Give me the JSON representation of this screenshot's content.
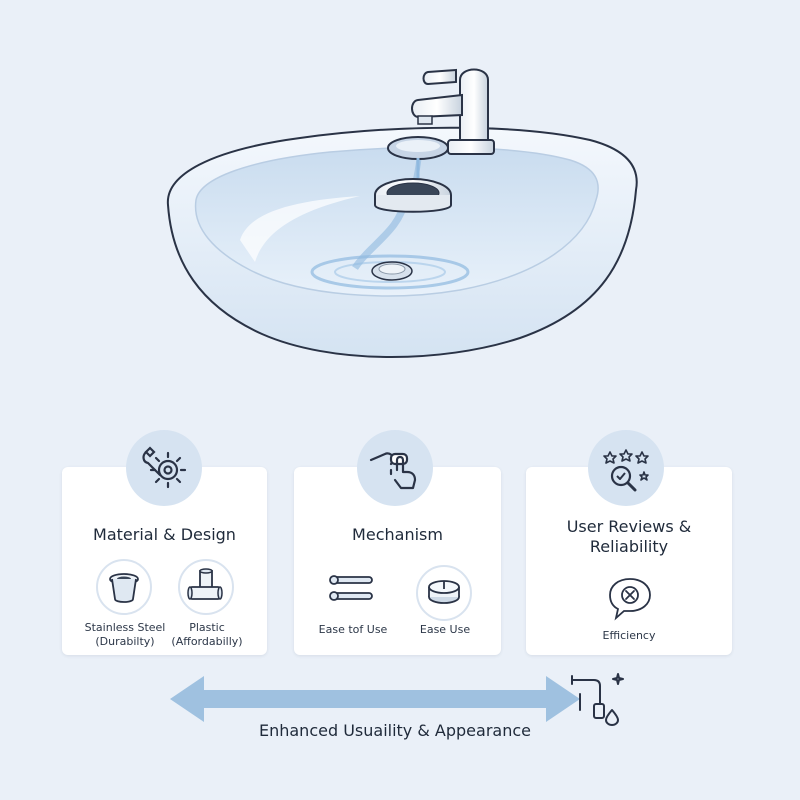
{
  "illustration": {
    "subject": "sink",
    "icons": [
      "faucet-icon",
      "pop-up-stopper-icon",
      "drain-flange-icon",
      "water-stream-icon"
    ]
  },
  "cards": [
    {
      "title": "Material & Design",
      "badge_icon": "wrench-gear-icon",
      "items": [
        {
          "label_line1": "Stainless Steel",
          "label_line2": "(Durabilty)",
          "icon": "steel-flange-icon"
        },
        {
          "label_line1": "Plastic",
          "label_line2": "(Affordabilly)",
          "icon": "plastic-pipe-icon"
        }
      ]
    },
    {
      "title": "Mechanism",
      "badge_icon": "hand-press-icon",
      "items": [
        {
          "label_line1": "Ease tof Use",
          "label_line2": "",
          "icon": "lever-rods-icon"
        },
        {
          "label_line1": "Ease Use",
          "label_line2": "",
          "icon": "push-button-icon"
        }
      ]
    },
    {
      "title_line1": "User Reviews &",
      "title_line2": "Reliability",
      "badge_icon": "stars-magnifier-icon",
      "items": [
        {
          "label_line1": "Efficiency",
          "label_line2": "",
          "icon": "speech-bubble-x-icon"
        }
      ]
    }
  ],
  "footer": {
    "caption": "Enhanced Usuaility & Appearance",
    "arrow_icon": "double-arrow-icon",
    "end_icon": "faucet-drop-icon"
  },
  "colors": {
    "background": "#eaf0f8",
    "accent_blue": "#9fc1e0",
    "outline": "#2a3346",
    "card": "#ffffff"
  }
}
